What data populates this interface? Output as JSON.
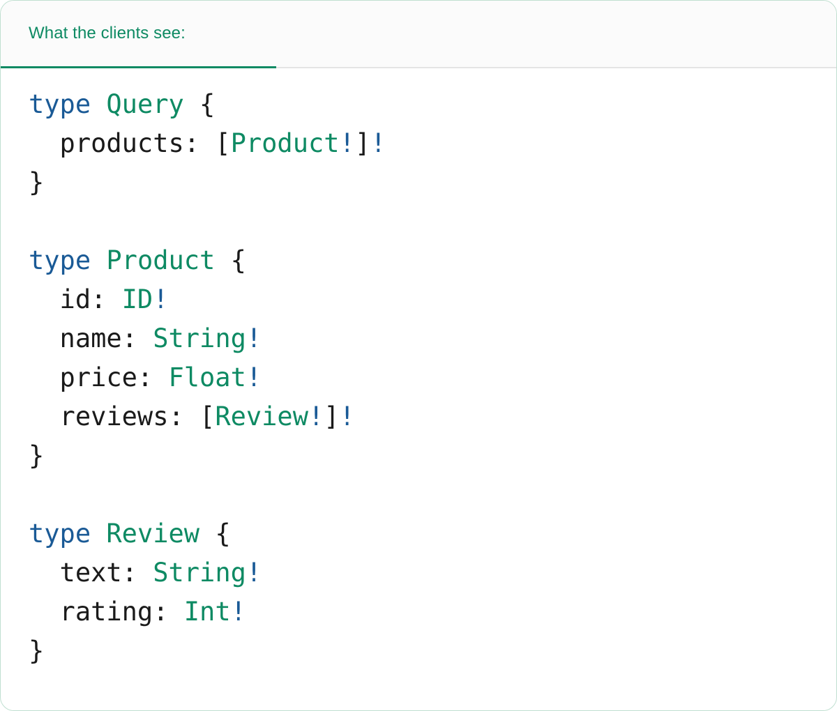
{
  "card": {
    "border_color": "#bfdfd0",
    "background": "#ffffff"
  },
  "header": {
    "tab_label": "What the clients see:",
    "accent_color": "#0e8a63",
    "tab_background": "#fbfbfb",
    "divider_color": "#e4e4e4"
  },
  "colors": {
    "keyword": "#1a5a96",
    "type_name": "#0e8a63",
    "punctuation": "#1a1a1a",
    "non_null": "#1a5a96"
  },
  "code": {
    "language": "graphql",
    "lines": [
      {
        "id": "l1",
        "tokens": [
          {
            "t": "type",
            "c": "kw"
          },
          {
            "t": " ",
            "c": "punc"
          },
          {
            "t": "Query",
            "c": "type"
          },
          {
            "t": " {",
            "c": "punc"
          }
        ]
      },
      {
        "id": "l2",
        "tokens": [
          {
            "t": "  products: ",
            "c": "field"
          },
          {
            "t": "[",
            "c": "punc"
          },
          {
            "t": "Product",
            "c": "type"
          },
          {
            "t": "!",
            "c": "bang"
          },
          {
            "t": "]",
            "c": "punc"
          },
          {
            "t": "!",
            "c": "bang"
          }
        ]
      },
      {
        "id": "l3",
        "tokens": [
          {
            "t": "}",
            "c": "punc"
          }
        ]
      },
      {
        "id": "l4",
        "tokens": []
      },
      {
        "id": "l5",
        "tokens": [
          {
            "t": "type",
            "c": "kw"
          },
          {
            "t": " ",
            "c": "punc"
          },
          {
            "t": "Product",
            "c": "type"
          },
          {
            "t": " {",
            "c": "punc"
          }
        ]
      },
      {
        "id": "l6",
        "tokens": [
          {
            "t": "  id: ",
            "c": "field"
          },
          {
            "t": "ID",
            "c": "type"
          },
          {
            "t": "!",
            "c": "bang"
          }
        ]
      },
      {
        "id": "l7",
        "tokens": [
          {
            "t": "  name: ",
            "c": "field"
          },
          {
            "t": "String",
            "c": "type"
          },
          {
            "t": "!",
            "c": "bang"
          }
        ]
      },
      {
        "id": "l8",
        "tokens": [
          {
            "t": "  price: ",
            "c": "field"
          },
          {
            "t": "Float",
            "c": "type"
          },
          {
            "t": "!",
            "c": "bang"
          }
        ]
      },
      {
        "id": "l9",
        "tokens": [
          {
            "t": "  reviews: ",
            "c": "field"
          },
          {
            "t": "[",
            "c": "punc"
          },
          {
            "t": "Review",
            "c": "type"
          },
          {
            "t": "!",
            "c": "bang"
          },
          {
            "t": "]",
            "c": "punc"
          },
          {
            "t": "!",
            "c": "bang"
          }
        ]
      },
      {
        "id": "l10",
        "tokens": [
          {
            "t": "}",
            "c": "punc"
          }
        ]
      },
      {
        "id": "l11",
        "tokens": []
      },
      {
        "id": "l12",
        "tokens": [
          {
            "t": "type",
            "c": "kw"
          },
          {
            "t": " ",
            "c": "punc"
          },
          {
            "t": "Review",
            "c": "type"
          },
          {
            "t": " {",
            "c": "punc"
          }
        ]
      },
      {
        "id": "l13",
        "tokens": [
          {
            "t": "  text: ",
            "c": "field"
          },
          {
            "t": "String",
            "c": "type"
          },
          {
            "t": "!",
            "c": "bang"
          }
        ]
      },
      {
        "id": "l14",
        "tokens": [
          {
            "t": "  rating: ",
            "c": "field"
          },
          {
            "t": "Int",
            "c": "type"
          },
          {
            "t": "!",
            "c": "bang"
          }
        ]
      },
      {
        "id": "l15",
        "tokens": [
          {
            "t": "}",
            "c": "punc"
          }
        ]
      }
    ]
  }
}
